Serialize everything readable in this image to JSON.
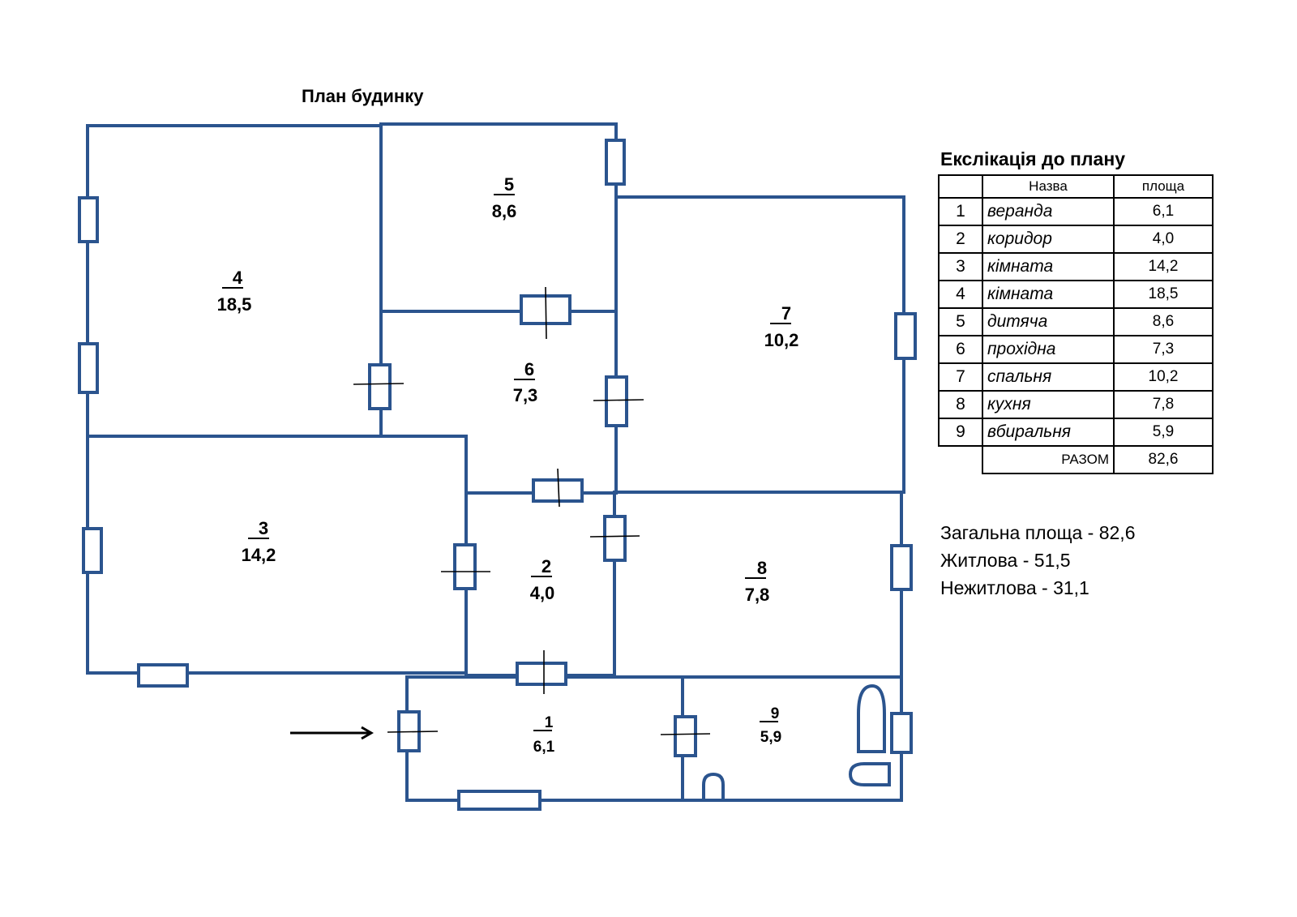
{
  "plan": {
    "title": "План будинку",
    "rooms": [
      {
        "number": "1",
        "area": "6,1"
      },
      {
        "number": "2",
        "area": "4,0"
      },
      {
        "number": "3",
        "area": "14,2"
      },
      {
        "number": "4",
        "area": "18,5"
      },
      {
        "number": "5",
        "area": "8,6"
      },
      {
        "number": "6",
        "area": "7,3"
      },
      {
        "number": "7",
        "area": "10,2"
      },
      {
        "number": "8",
        "area": "7,8"
      },
      {
        "number": "9",
        "area": "5,9"
      }
    ],
    "entrance_icon": "arrow-right-icon"
  },
  "explication": {
    "title": "Екслікація до плану",
    "headers": {
      "num": "",
      "name": "Назва",
      "area": "площа"
    },
    "rows": [
      {
        "num": "1",
        "name": "веранда",
        "area": "6,1"
      },
      {
        "num": "2",
        "name": "коридор",
        "area": "4,0"
      },
      {
        "num": "3",
        "name": "кімната",
        "area": "14,2"
      },
      {
        "num": "4",
        "name": "кімната",
        "area": "18,5"
      },
      {
        "num": "5",
        "name": "дитяча",
        "area": "8,6"
      },
      {
        "num": "6",
        "name": "прохідна",
        "area": "7,3"
      },
      {
        "num": "7",
        "name": "спальня",
        "area": "10,2"
      },
      {
        "num": "8",
        "name": "кухня",
        "area": "7,8"
      },
      {
        "num": "9",
        "name": "вбиральня",
        "area": "5,9"
      }
    ],
    "total": {
      "label": "РАЗОМ",
      "area": "82,6"
    }
  },
  "summary": {
    "total": "Загальна площа - 82,6",
    "living": "Житлова - 51,5",
    "nonliving": "Нежитлова - 31,1"
  },
  "colors": {
    "wall": "#2b548e",
    "text": "#000000"
  }
}
